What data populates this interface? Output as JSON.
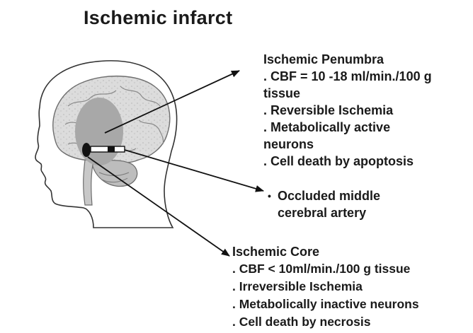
{
  "title": "Ischemic infarct",
  "penumbra": {
    "heading": "Ischemic Penumbra",
    "lines": [
      ". CBF  = 10 -18 ml/min./100 g",
      "tissue",
      ". Reversible Ischemia",
      ". Metabolically active",
      "neurons",
      ". Cell death by apoptosis"
    ]
  },
  "artery": {
    "bullet": "•",
    "lines": [
      "Occluded middle",
      "cerebral artery"
    ]
  },
  "core": {
    "heading": "Ischemic Core",
    "lines": [
      ". CBF < 10ml/min./100 g tissue",
      ". Irreversible Ischemia",
      ". Metabolically inactive neurons",
      ". Cell death by necrosis"
    ]
  },
  "colors": {
    "text": "#1a1a1a",
    "penumbra_fill": "#a8a8a8",
    "core_fill": "#111111",
    "brain_fill": "#d9d9d9",
    "arrow": "#111111"
  },
  "icons": {
    "head": "head-profile-icon",
    "brain": "brain-icon"
  }
}
